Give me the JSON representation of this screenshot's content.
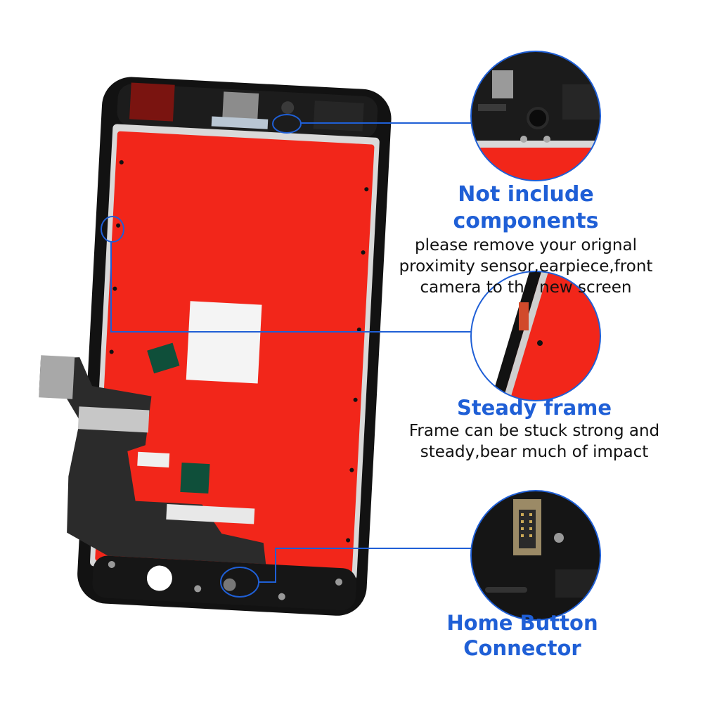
{
  "callouts": [
    {
      "title": "Not include components",
      "lines": [
        "please remove your orignal",
        "proximity sensor,earpiece,front",
        "camera to the new screen"
      ]
    },
    {
      "title": "Steady frame",
      "lines": [
        "Frame can be stuck strong and",
        "steady,bear much of impact"
      ]
    },
    {
      "title": "Home Button Connector",
      "lines": []
    }
  ],
  "colors": {
    "accent": "#1f5fd6",
    "screen_back": "#f2261a",
    "frame": "#111111"
  }
}
